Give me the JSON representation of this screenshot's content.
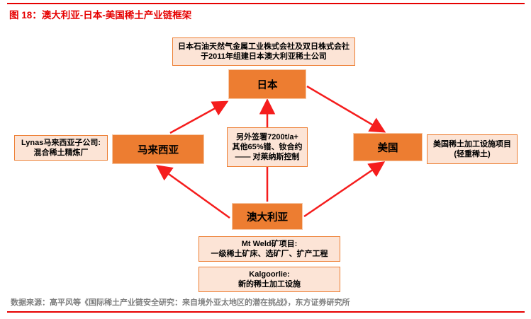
{
  "page": {
    "title": "图 18：澳大利亚-日本-美国稀土产业链框架",
    "source": "数据来源：高平风等《国际稀土产业链安全研究：来自境外亚太地区的潜在挑战》，东方证券研究所",
    "colors": {
      "accent_red": "#e60000",
      "arrow_red": "#f51d1d",
      "node_orange": "#ed7d31",
      "note_bg": "#fce4d6",
      "note_border": "#ed7d31",
      "source_gray": "#7f7f7f"
    }
  },
  "diagram": {
    "nodes": {
      "japan": {
        "label": "日本"
      },
      "malaysia": {
        "label": "马来西亚"
      },
      "us": {
        "label": "美国"
      },
      "australia": {
        "label": "澳大利亚"
      }
    },
    "notes": {
      "top": {
        "lines": [
          "日本石油天然气金属工业株式会社及双日株式会社",
          "于2011年组建日本澳大利亚稀土公司"
        ]
      },
      "left": {
        "lines": [
          "Lynas马来西亚子公司:",
          "混合稀土精炼厂"
        ]
      },
      "center": {
        "lines": [
          "另外签署7200t/a+",
          "其他65%镨、钕合约",
          "—— 对莱纳斯控制"
        ]
      },
      "right": {
        "lines": [
          "美国稀土加工设施项目",
          "(轻重稀土)"
        ]
      },
      "mtweld": {
        "lines": [
          "Mt Weld矿项目:",
          "一级稀土矿床、选矿厂、扩产工程"
        ]
      },
      "kalgoorlie": {
        "lines": [
          "Kalgoorlie:",
          "新的稀土加工设施"
        ]
      }
    },
    "edges": [
      {
        "from": "澳大利亚",
        "to": "马来西亚"
      },
      {
        "from": "澳大利亚",
        "to": "日本"
      },
      {
        "from": "澳大利亚",
        "to": "美国"
      },
      {
        "from": "马来西亚",
        "to": "日本"
      },
      {
        "from": "日本",
        "to": "美国"
      }
    ]
  }
}
